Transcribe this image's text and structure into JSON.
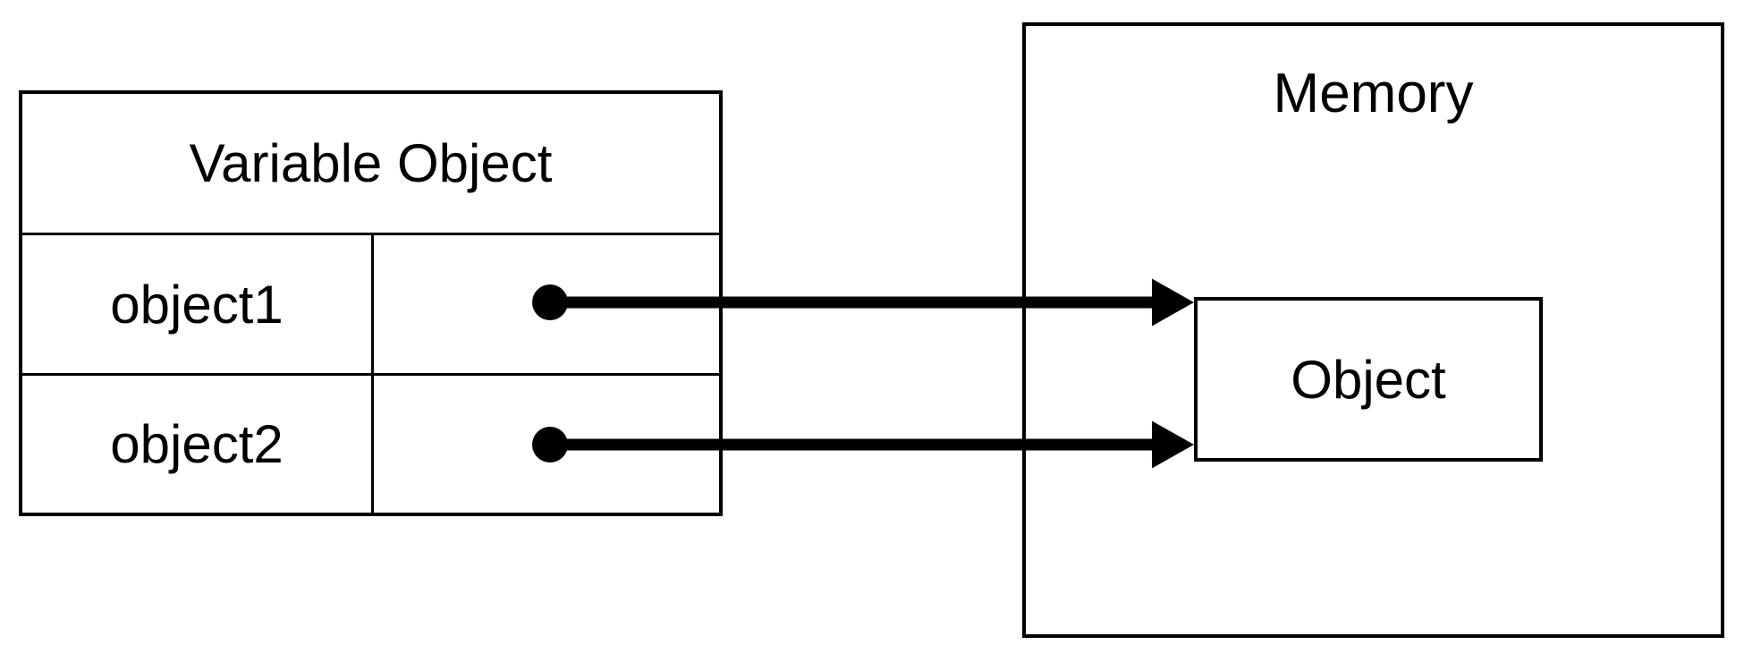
{
  "diagram": {
    "background_color": "#ffffff",
    "line_color": "#000000",
    "variable_table": {
      "title": "Variable Object",
      "rows": [
        {
          "name": "object1"
        },
        {
          "name": "object2"
        }
      ]
    },
    "memory": {
      "title": "Memory",
      "object_box_label": "Object"
    },
    "pointers": [
      {
        "from": "object1",
        "to": "Object"
      },
      {
        "from": "object2",
        "to": "Object"
      }
    ]
  }
}
